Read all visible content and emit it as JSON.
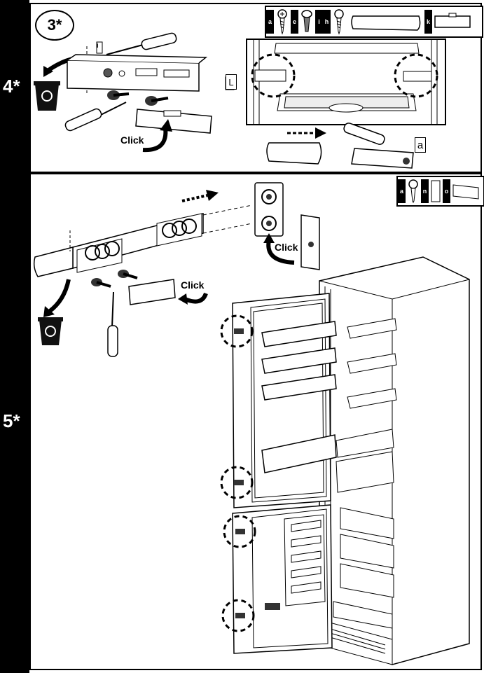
{
  "steps": [
    {
      "id": "4",
      "label": "4*"
    },
    {
      "id": "5",
      "label": "5*"
    }
  ],
  "reference_step": "3*",
  "step4": {
    "part_letters": [
      "a",
      "e",
      "i",
      "h",
      "k"
    ],
    "bracket_label": "L",
    "inset_label": "a",
    "small_label": "i",
    "click_label": "Click"
  },
  "step5": {
    "part_letters": [
      "a",
      "n",
      "o"
    ],
    "click_label_top": "Click",
    "click_label_left": "Click"
  },
  "icons": [
    "recycle-bin-icon",
    "screwdriver-icon",
    "screw-icon",
    "arrow-icon"
  ]
}
